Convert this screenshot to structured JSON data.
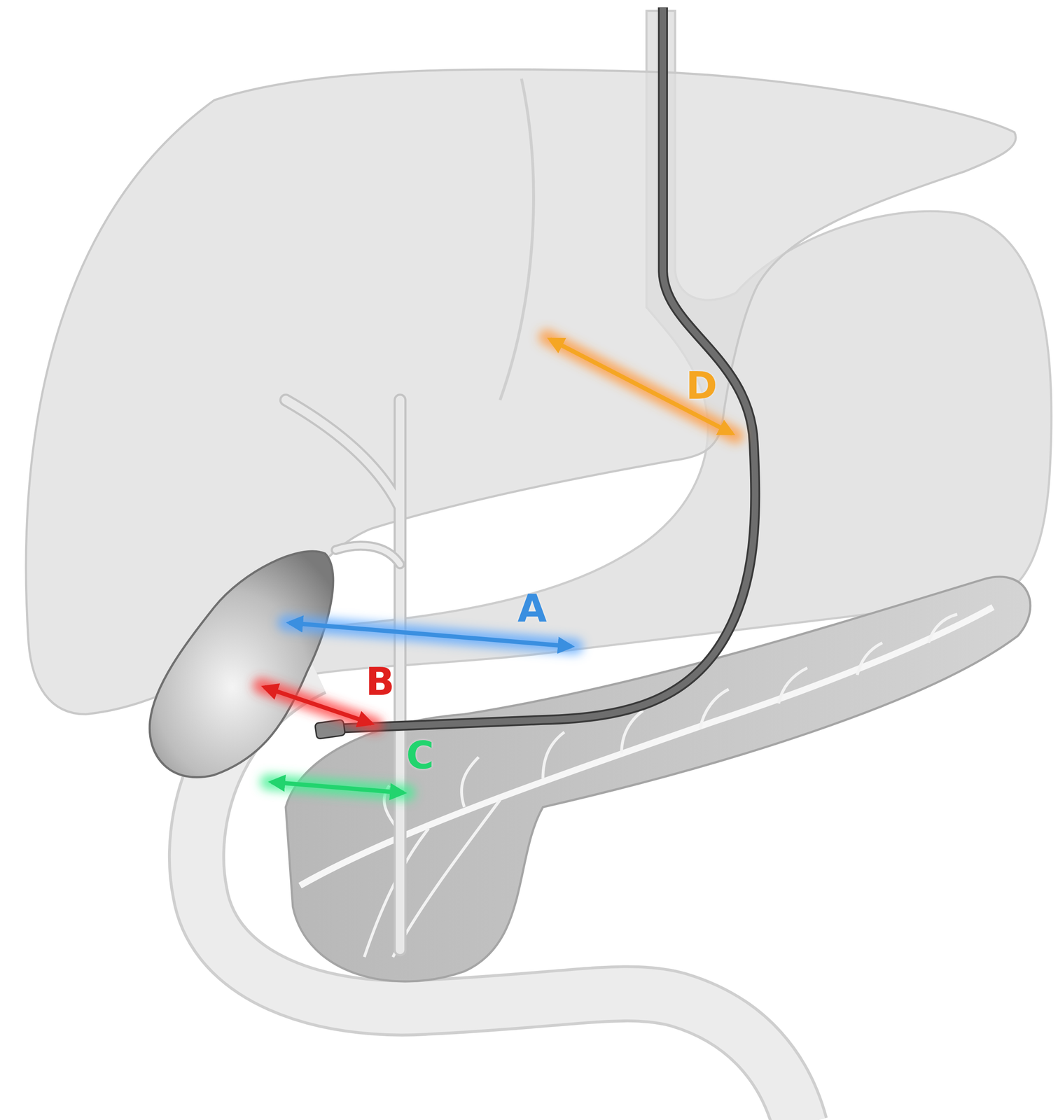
{
  "diagram": {
    "labels": [
      "D",
      "A",
      "B",
      "C"
    ]
  }
}
